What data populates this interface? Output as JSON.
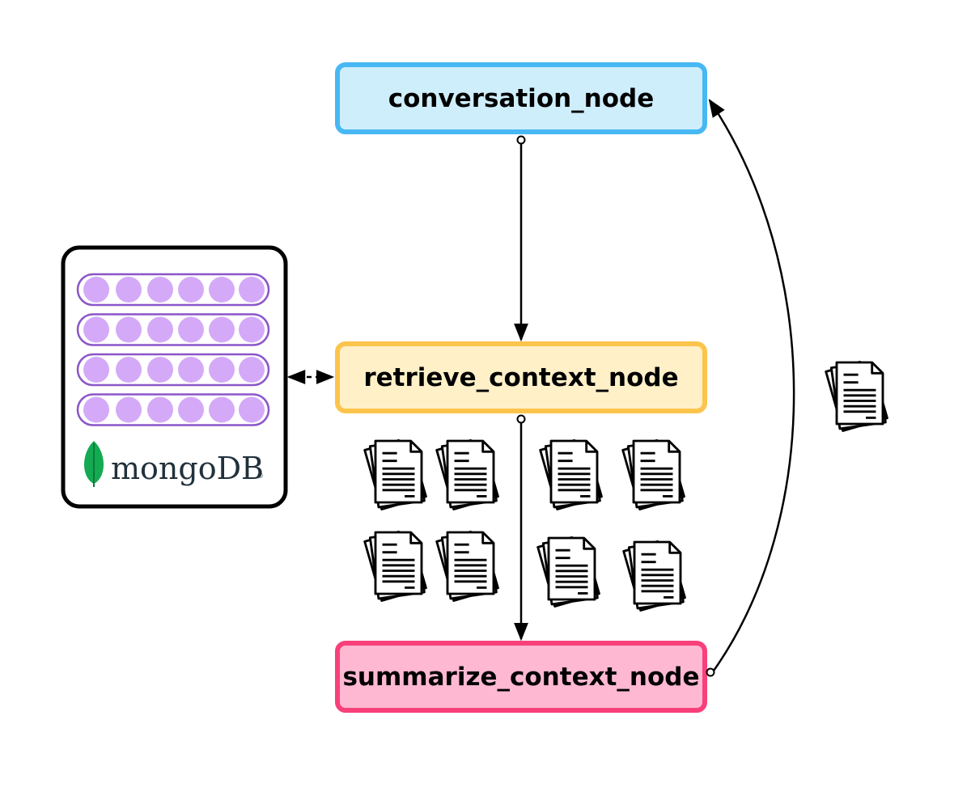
{
  "nodes": {
    "conversation": {
      "label": "conversation_node",
      "fill": "#cfeefc",
      "stroke": "#48b8f4"
    },
    "retrieve": {
      "label": "retrieve_context_node",
      "fill": "#fff0c8",
      "stroke": "#fcc44c"
    },
    "summarize": {
      "label": "summarize_context_node",
      "fill": "#feb8d2",
      "stroke": "#f8407a"
    }
  },
  "vector_store": {
    "logo_text": "mongoDB",
    "logo_mark": "®",
    "row_count": 4,
    "dots_per_row": 6,
    "dot_fill": "#d4aaf8",
    "row_stroke": "#8a56c8",
    "leaf_color": "#13aa52"
  },
  "documents": {
    "retrieved_stacks": 8,
    "summary_stacks": 1
  }
}
